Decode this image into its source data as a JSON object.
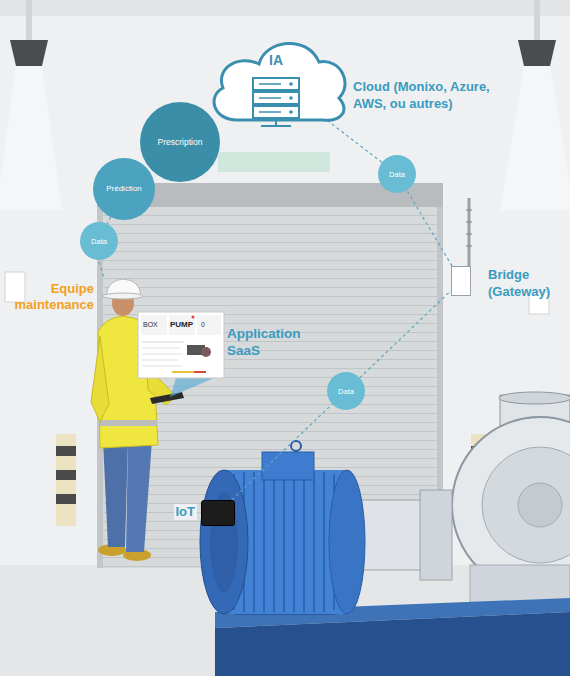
{
  "diagram": {
    "nodes": [
      {
        "text": [
          "IA",
          "Cloud (Monixo, Azure, AWS, ou autres)"
        ]
      },
      {
        "text": [
          "Prescription"
        ]
      },
      {
        "text": [
          "Prédiction"
        ]
      },
      {
        "text": [
          "Data"
        ]
      },
      {
        "text": [
          "Data"
        ]
      },
      {
        "text": [
          "Bridge (Gateway)"
        ]
      },
      {
        "text": [
          "Data"
        ]
      },
      {
        "text": [
          "BOX",
          "PUMP",
          "0"
        ]
      },
      {
        "text": [
          "IoT"
        ]
      }
    ],
    "edges": [
      {
        "from": 8,
        "to": 6,
        "arrow": "none"
      },
      {
        "from": 6,
        "to": 5,
        "arrow": "none"
      },
      {
        "from": 5,
        "to": 4,
        "arrow": "none"
      },
      {
        "from": 4,
        "to": 0,
        "arrow": "none"
      },
      {
        "from": 2,
        "to": 3,
        "arrow": "none"
      }
    ],
    "labels": [
      "Equipe maintenance",
      "Application SaaS"
    ]
  }
}
